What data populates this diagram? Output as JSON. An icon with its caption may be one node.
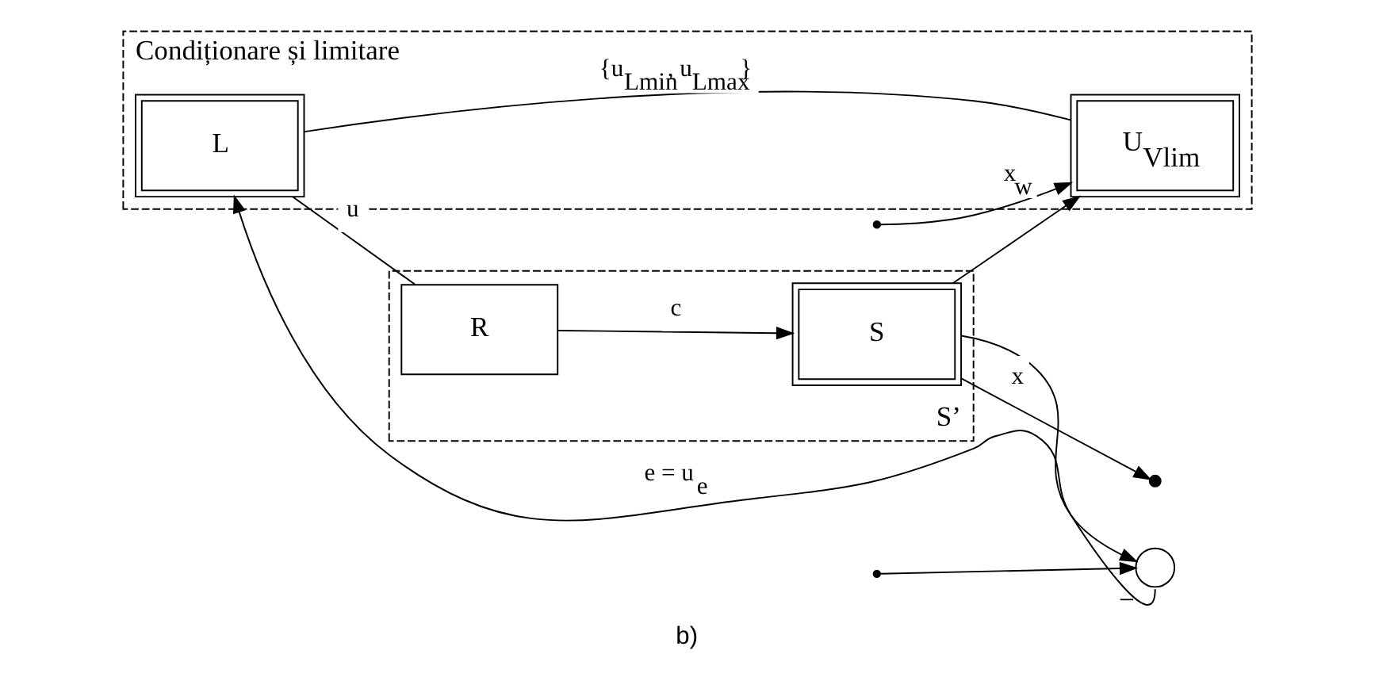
{
  "diagram": {
    "caption": "b)",
    "nodes": [
      {
        "text": [
          "Condiționare și limitare"
        ]
      },
      {
        "text": [
          "L"
        ],
        "in": 0
      },
      {
        "text": [
          "S’"
        ]
      },
      {
        "text": [
          "R"
        ],
        "in": 2
      },
      {
        "text": [
          "S"
        ],
        "in": 2
      },
      {
        "text": [
          "U$_{Vlim}$"
        ],
        "in": 0
      },
      {
        "text": [],
        "shape": "circle",
        "beside": [
          "−"
        ]
      }
    ],
    "edges": [
      {
        "from": 6,
        "to": 1,
        "arrow": "to",
        "label": "e = u$_{e}$"
      },
      {
        "from": 1,
        "to": 3,
        "arrow": "none",
        "label": "u"
      },
      {
        "from": 3,
        "to": 4,
        "arrow": "to",
        "label": "c"
      },
      {
        "from": 4,
        "to": null,
        "arrow": "to",
        "label": "x"
      },
      {
        "from": 4,
        "to": 5,
        "arrow": "to"
      },
      {
        "from": 4,
        "to": 6,
        "arrow": "to"
      },
      {
        "from": null,
        "to": 5,
        "arrow": "to",
        "label": "x$_{w}$"
      },
      {
        "from": null,
        "to": 6,
        "arrow": "to"
      },
      {
        "from": 5,
        "to": 1,
        "arrow": "none",
        "label": "{u$_{Lmin}$, u$_{Lmax}$}"
      }
    ]
  }
}
